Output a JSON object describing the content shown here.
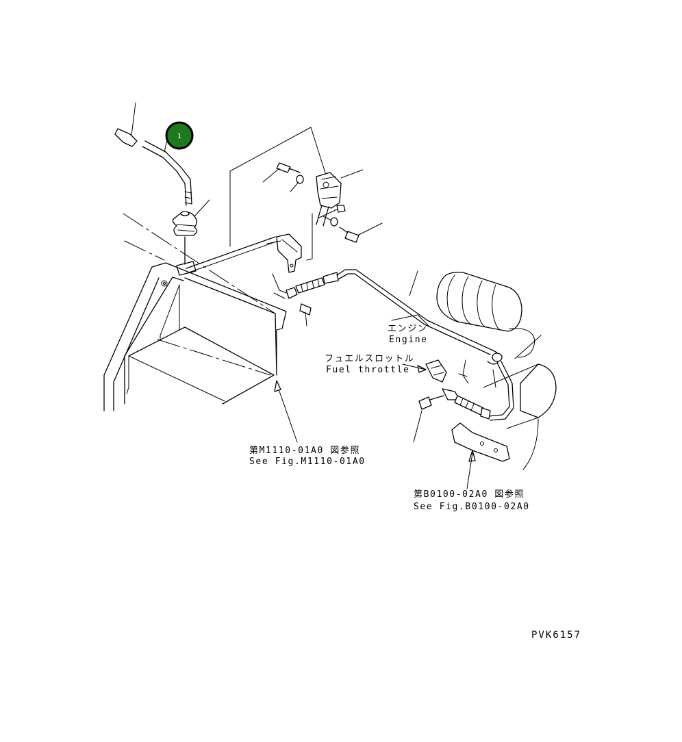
{
  "badge": {
    "number": "1",
    "fill_color": "#1f7a1f",
    "ring_color": "#000000"
  },
  "labels": {
    "engine_jp": "エンジン",
    "engine_en": "Engine",
    "fuel_throttle_jp": "フュエルスロットル",
    "fuel_throttle_en": "Fuel throttle",
    "ref1_jp": "第M1110-01A0 図参照",
    "ref1_en": "See Fig.M1110-01A0",
    "ref2_jp": "第B0100-02A0 図参照",
    "ref2_en": "See Fig.B0100-02A0"
  },
  "drawing_code": "PVK6157"
}
